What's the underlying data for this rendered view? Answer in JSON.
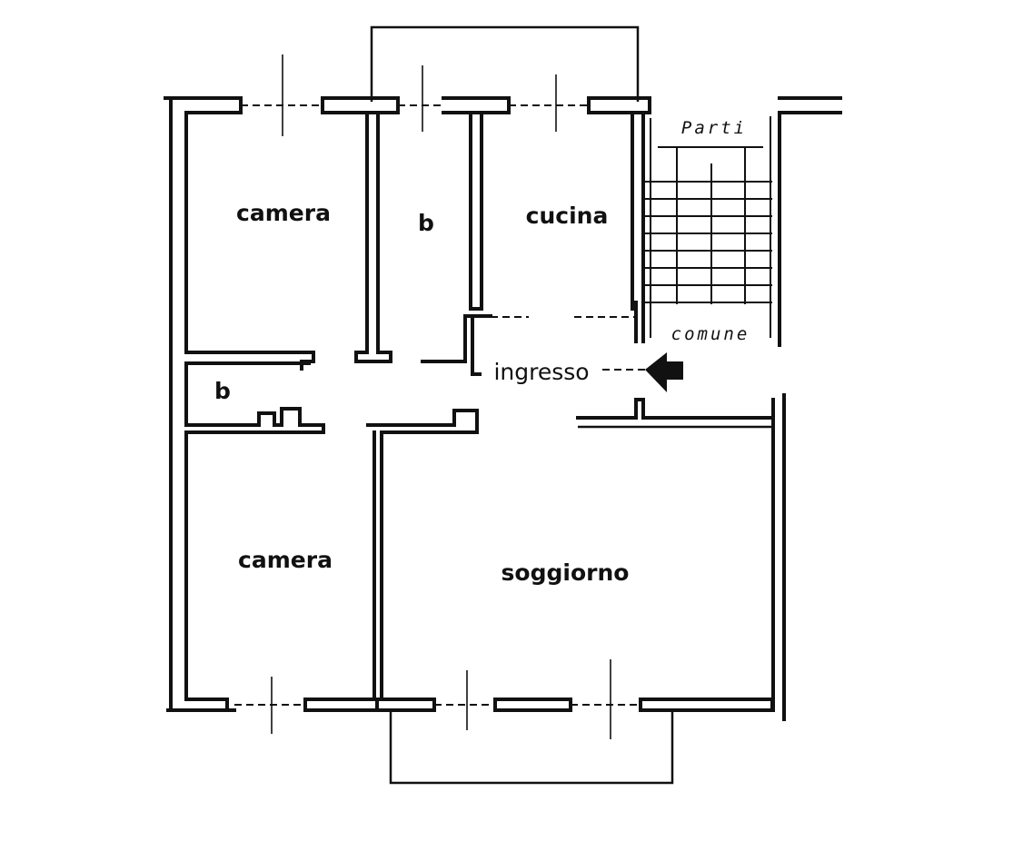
{
  "labels": {
    "camera_top": "camera",
    "bath_top": "b",
    "cucina": "cucina",
    "bath_small": "b",
    "ingresso": "ingresso",
    "camera_bottom": "camera",
    "soggiorno": "soggiorno",
    "stair_top": "Parti",
    "stair_bottom": "comune"
  },
  "colors": {
    "ink": "#111111",
    "paper": "#ffffff"
  },
  "icons": {
    "entry": "arrow-left-icon"
  }
}
